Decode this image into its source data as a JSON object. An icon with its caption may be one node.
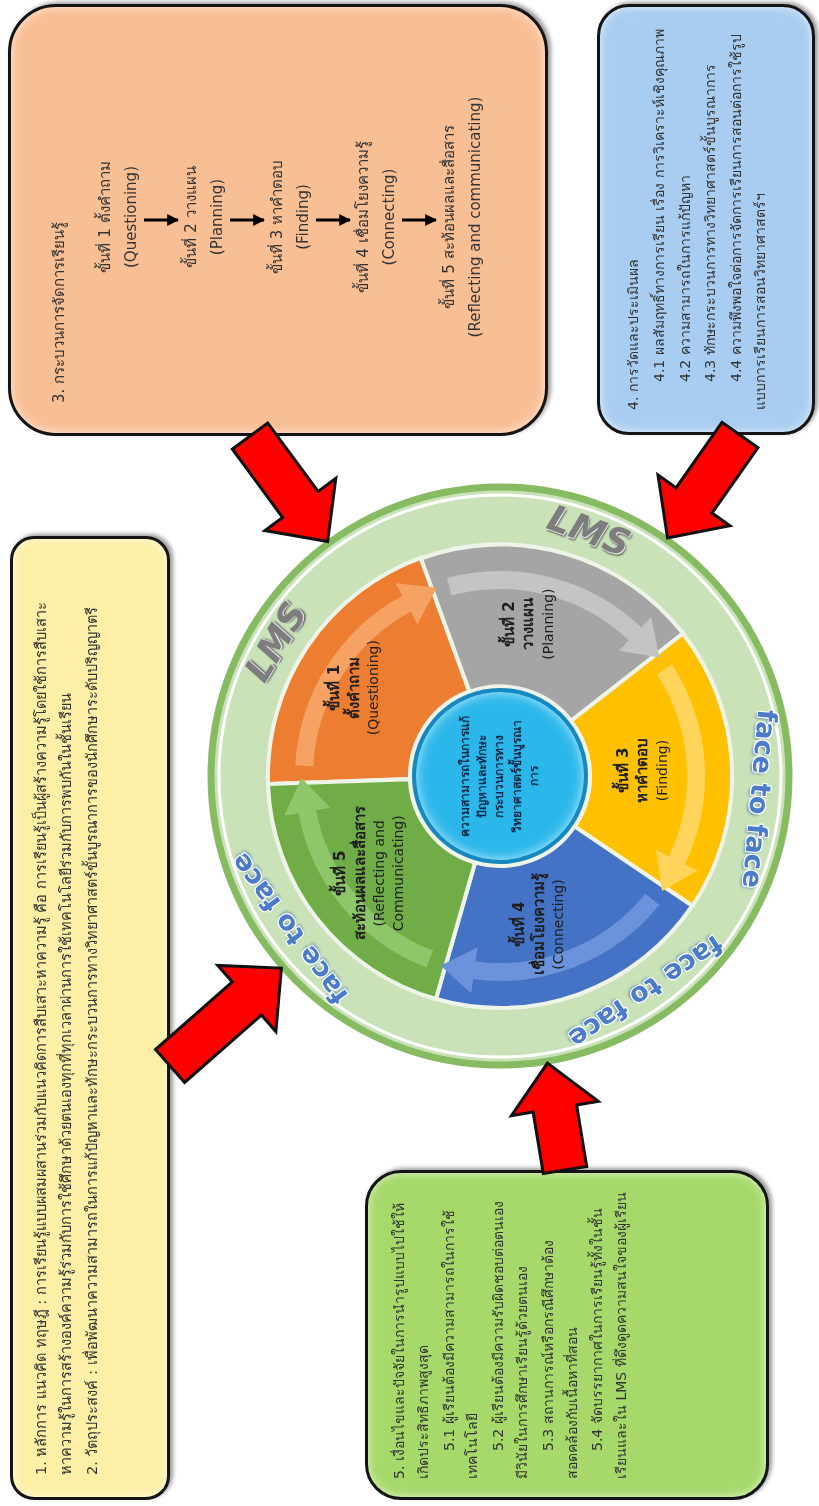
{
  "diagram": {
    "nodes": [
      {
        "text": [
          "1. หลักการ แนวคิด ทฤษฎี : การเรียนรู้แบบผสมผสานร่วมกับแนวคิดการสืบเสาะหาความรู้ คือ การเรียนรู้เป็นผู้สร้างความรู้โดยใช้การสืบเสาะหาความรู้ในการสร้างองค์ความรู้ร่วมกับการใช้ศึกษาด้วยตนเองทุกที่ทุกเวลาผ่านการใช้เทคโนโลยีร่วมกับการพบกันในชั้นเรียน",
          "2. วัตถุประสงค์ : เพื่อพัฒนาความสามารถในการแก้ปัญหาและทักษะกระบวนการทางวิทยาศาสตร์ขั้นบูรณาการของนักศึกษาระดับปริญญาตรี"
        ]
      },
      {
        "text": [
          "3. กระบวนการจัดการเรียนรู้"
        ]
      },
      {
        "text": [
          "ขั้นที่ 1 ตั้งคำถาม",
          "(Questioning)"
        ],
        "in": 1
      },
      {
        "text": [
          "ขั้นที่ 2 วางแผน",
          "(Planning)"
        ],
        "in": 1
      },
      {
        "text": [
          "ขั้นที่ 3 หาคำตอบ",
          "(Finding)"
        ],
        "in": 1
      },
      {
        "text": [
          "ขั้นที่ 4 เชื่อมโยงความรู้",
          "(Connecting)"
        ],
        "in": 1
      },
      {
        "text": [
          "ขั้นที่ 5 สะท้อนผลและสื่อสาร",
          "(Reflecting and communicating)"
        ],
        "in": 1
      },
      {
        "text": [
          "4. การวัดและประเมินผล",
          "4.1 ผลสัมฤทธิ์ทางการเรียน เรื่อง การวิเคราะห์เชิงคุณภาพ",
          "4.2 ความสามารถในการแก้ปัญหา",
          "4.3 ทักษะกระบวนการทางวิทยาศาสตร์ขั้นบูรณาการ",
          "4.4 ความพึงพอใจต่อการจัดการเรียนการสอนต่อการใช้รูปแบบการเรียนการสอนวิทยาศาสตร์ฯ"
        ]
      },
      {
        "text": [
          "face to face",
          "LMS",
          "LMS",
          "face to face",
          "face to face"
        ]
      },
      {
        "text": [
          "ขั้นที่ 1",
          "ตั้งคำถาม",
          "(Questioning)"
        ],
        "in": 8
      },
      {
        "text": [
          "ขั้นที่ 2",
          "วางแผน",
          "(Planning)"
        ],
        "in": 8
      },
      {
        "text": [
          "ขั้นที่ 3",
          "หาคำตอบ",
          "(Finding)"
        ],
        "in": 8
      },
      {
        "text": [
          "ขั้นที่ 4",
          "เชื่อมโยงความรู้",
          "(Connecting)"
        ],
        "in": 8
      },
      {
        "text": [
          "ขั้นที่ 5",
          "สะท้อนผลและสื่อสาร",
          "(Reflecting and Communicating)"
        ],
        "in": 8
      },
      {
        "text": [
          "ความสามารถในการแก้ปัญหาและทักษะกระบวนการทางวิทยาศาสตร์ขั้นบูรณาการ"
        ],
        "in": 8
      },
      {
        "text": [
          "5. เงื่อนไขและปัจจัยในการนำรูปแบบไปใช้ให้เกิดประสิทธิภาพสูงสุด",
          "5.1 ผู้เรียนต้องมีความสามารถในการใช้เทคโนโลยี",
          "5.2 ผู้เรียนต้องมีความรับผิดชอบต่อตนเอง มีวินัยในการศึกษาเรียนรู้ด้วยตนเอง",
          "5.3 สถานการณ์หรือกรณีศึกษาต้องสอดคล้องกับเนื้อหาที่สอน",
          "5.4 จัดบรรยากาศในการเรียนรู้ทั้งในชั้นเรียนและใน LMS ที่ดึงดูดความสนใจของผู้เรียน"
        ]
      }
    ],
    "edges": [
      {
        "from": 2,
        "to": 3,
        "arrow": "to"
      },
      {
        "from": 3,
        "to": 4,
        "arrow": "to"
      },
      {
        "from": 4,
        "to": 5,
        "arrow": "to"
      },
      {
        "from": 5,
        "to": 6,
        "arrow": "to"
      },
      {
        "from": 0,
        "to": 8,
        "arrow": "to",
        "style": "thick",
        "color": "#ff0000"
      },
      {
        "from": 1,
        "to": 8,
        "arrow": "to",
        "style": "thick",
        "color": "#ff0000"
      },
      {
        "from": 7,
        "to": 8,
        "arrow": "to",
        "style": "thick",
        "color": "#ff0000"
      },
      {
        "from": 15,
        "to": 8,
        "arrow": "to",
        "style": "thick",
        "color": "#ff0000"
      },
      {
        "from": 9,
        "to": 10,
        "arrow": "to",
        "color": "#f5a263"
      },
      {
        "from": 10,
        "to": 11,
        "arrow": "to",
        "color": "#c4c4c4"
      },
      {
        "from": 11,
        "to": 12,
        "arrow": "to",
        "color": "#ffd45a"
      },
      {
        "from": 12,
        "to": 13,
        "arrow": "to",
        "color": "#6a93db"
      },
      {
        "from": 13,
        "to": 9,
        "arrow": "to",
        "color": "#8ec66a"
      }
    ]
  }
}
